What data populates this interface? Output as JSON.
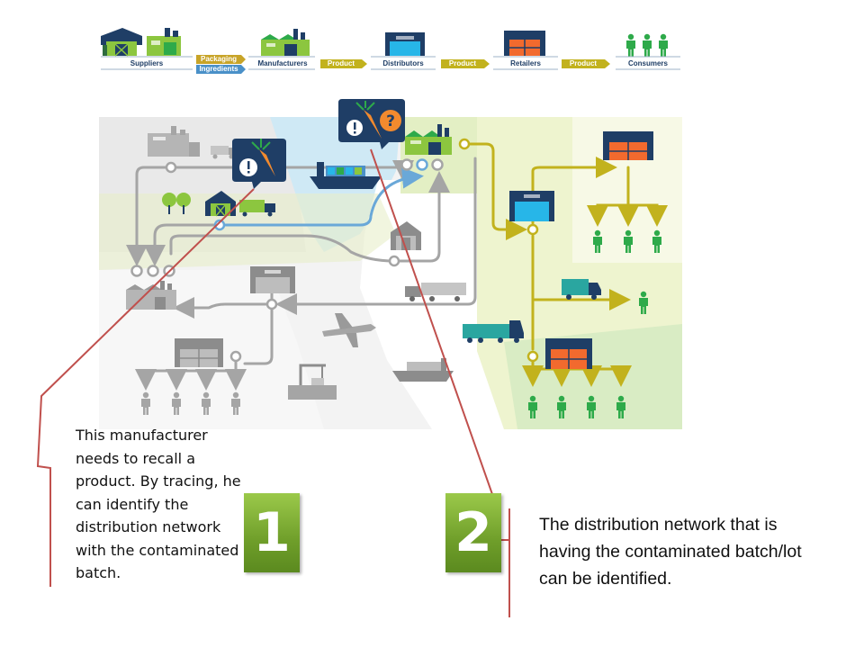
{
  "supply_chain_header": {
    "stages": [
      "Suppliers",
      "Manufacturers",
      "Distributors",
      "Retailers",
      "Consumers"
    ],
    "connectors": {
      "packaging": "Packaging",
      "ingredients": "Ingredients",
      "product_1": "Product",
      "product_2": "Product",
      "product_3": "Product"
    }
  },
  "callouts": {
    "step1_number": "1",
    "step1_text": "This manufacturer needs to recall a product. By tracing, he can identify the distribution network with the contaminated batch.",
    "step2_number": "2",
    "step2_text": "The distribution network that is having the contaminated batch/lot can be identified."
  },
  "icons": [
    "barn-icon",
    "factory-icon",
    "warehouse-icon",
    "retail-store-icon",
    "person-icon",
    "truck-icon",
    "ship-icon",
    "airplane-icon",
    "crane-icon",
    "carrot-icon",
    "alert-icon",
    "question-icon",
    "tree-icon"
  ],
  "colors": {
    "navy": "#1f3e66",
    "green": "#2eaa4a",
    "light_green": "#8cc63f",
    "olive": "#c2b21d",
    "gray": "#a5a5a5",
    "blue": "#4a90c8",
    "orange": "#f26a2e",
    "callout_line": "#c0504d",
    "badge_green": "#7aa733"
  }
}
